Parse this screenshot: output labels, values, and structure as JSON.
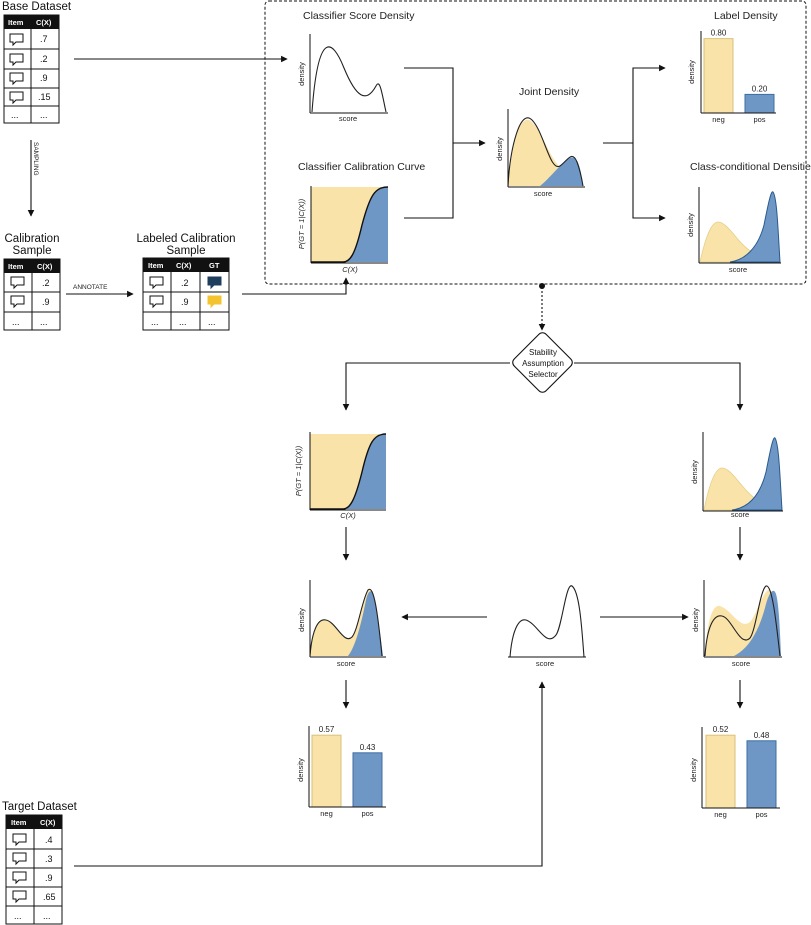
{
  "colors": {
    "neg": "#f9e3a8",
    "neg_stroke": "#d9c27a",
    "pos": "#6f97c6",
    "pos_stroke": "#3d6da1",
    "gt_pos": "#1f3d5c",
    "gt_neg": "#f4c430"
  },
  "tables": {
    "base": {
      "title": "Base Dataset",
      "headers": [
        "Item",
        "C(X)"
      ],
      "values": [
        ".7",
        ".2",
        ".9",
        ".15",
        "..."
      ]
    },
    "calibration": {
      "title_line1": "Calibration",
      "title_line2": "Sample",
      "headers": [
        "Item",
        "C(X)"
      ],
      "values": [
        ".2",
        ".9",
        "..."
      ]
    },
    "labeled": {
      "title_line1": "Labeled Calibration",
      "title_line2": "Sample",
      "headers": [
        "Item",
        "C(X)",
        "GT"
      ],
      "values": [
        ".2",
        ".9",
        "..."
      ]
    },
    "target": {
      "title": "Target Dataset",
      "headers": [
        "Item",
        "C(X)"
      ],
      "values": [
        ".4",
        ".3",
        ".9",
        ".65",
        "..."
      ]
    }
  },
  "edges": {
    "sampling": "SAMPLING",
    "annotate": "ANNOTATE"
  },
  "node": {
    "line1": "Stability",
    "line2": "Assumption",
    "line3": "Selector"
  },
  "charts": {
    "score_density": {
      "title": "Classifier Score Density",
      "ylabel": "density",
      "xlabel": "score"
    },
    "calib_curve": {
      "title": "Classifier Calibration Curve",
      "ylabel": "P(GT = 1|C(X))",
      "xlabel": "C(X)"
    },
    "joint": {
      "title": "Joint Density",
      "ylabel": "density",
      "xlabel": "score"
    },
    "label_density": {
      "title": "Label Density",
      "ylabel": "density"
    },
    "class_cond": {
      "title": "Class-conditional Densities",
      "ylabel": "density",
      "xlabel": "score"
    },
    "mid_calib": {
      "ylabel": "P(GT = 1|C(X))",
      "xlabel": "C(X)"
    },
    "mid_class_cond": {
      "ylabel": "density",
      "xlabel": "score"
    },
    "left_joint": {
      "ylabel": "density",
      "xlabel": "score"
    },
    "center_score": {
      "xlabel": "score"
    },
    "right_joint": {
      "ylabel": "density",
      "xlabel": "score"
    },
    "left_bar": {
      "ylabel": "density"
    },
    "right_bar": {
      "ylabel": "density"
    }
  },
  "chart_data": [
    {
      "type": "bar",
      "categories": [
        "neg",
        "pos"
      ],
      "values": [
        0.8,
        0.2
      ],
      "data_labels": [
        "0.80",
        "0.20"
      ],
      "title": "Label Density",
      "ylabel": "density"
    },
    {
      "type": "bar",
      "categories": [
        "neg",
        "pos"
      ],
      "values": [
        0.57,
        0.43
      ],
      "data_labels": [
        "0.57",
        "0.43"
      ],
      "ylabel": "density"
    },
    {
      "type": "bar",
      "categories": [
        "neg",
        "pos"
      ],
      "values": [
        0.52,
        0.48
      ],
      "data_labels": [
        "0.52",
        "0.48"
      ],
      "ylabel": "density"
    }
  ]
}
